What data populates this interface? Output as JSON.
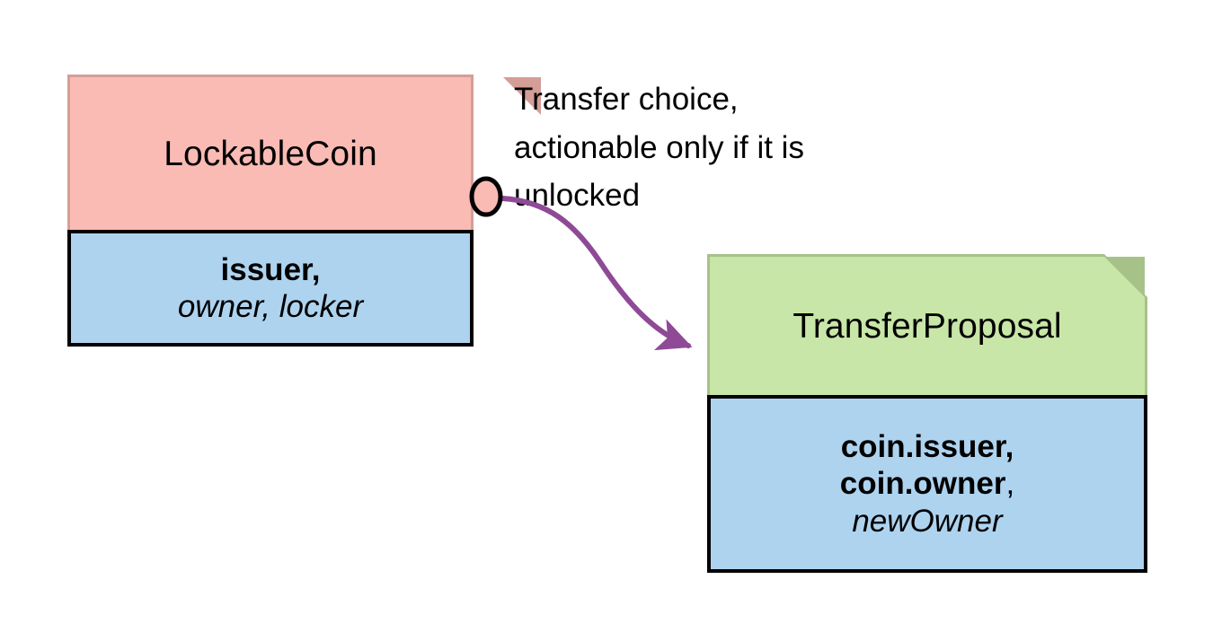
{
  "diagram": {
    "type": "uml-template-relationship",
    "background": "#ffffff"
  },
  "nodes": [
    {
      "id": "lockable-coin",
      "title": "LockableCoin",
      "header_fill": "#fabbb4",
      "header_border": "#d49e97",
      "fold_fill": "#d49e97",
      "body_fill": "#aed3ef",
      "body_border": "#000000",
      "params": [
        {
          "text": "issuer,",
          "style": "bold"
        },
        {
          "text": "owner, locker",
          "style": "italic"
        }
      ]
    },
    {
      "id": "transfer-proposal",
      "title": "TransferProposal",
      "header_fill": "#c8e6a7",
      "header_border": "#a7c289",
      "fold_fill": "#a7c289",
      "body_fill": "#aed3ef",
      "body_border": "#000000",
      "params": [
        {
          "text": "coin.issuer,",
          "style": "bold"
        },
        {
          "text": "coin.owner",
          "style": "bold",
          "suffix": ","
        },
        {
          "text": "newOwner",
          "style": "italic"
        }
      ]
    }
  ],
  "edge": {
    "id": "transfer-choice-edge",
    "color": "#8e4a96",
    "source": "lockable-coin",
    "target": "transfer-proposal",
    "marker_shape": "choice-circle",
    "marker_fill": "#fabbb4",
    "marker_stroke": "#000000",
    "label_lines": [
      "Transfer choice,",
      "actionable only if it is",
      "unlocked"
    ]
  }
}
